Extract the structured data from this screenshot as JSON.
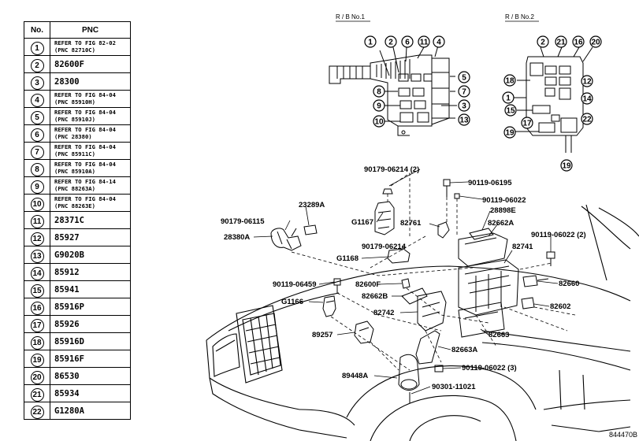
{
  "table": {
    "header_no": "No.",
    "header_pnc": "PNC",
    "rows": [
      {
        "no": "1",
        "l1": "REFER TO FIG 82-02",
        "l2": "(PNC 82710C)"
      },
      {
        "no": "2",
        "l1": "82600F"
      },
      {
        "no": "3",
        "l1": "28300"
      },
      {
        "no": "4",
        "l1": "REFER TO FIG 84-04",
        "l2": "(PNC 85910H)"
      },
      {
        "no": "5",
        "l1": "REFER TO FIG 84-04",
        "l2": "(PNC 85910J)"
      },
      {
        "no": "6",
        "l1": "REFER TO FIG 84-04",
        "l2": "(PNC 28380)"
      },
      {
        "no": "7",
        "l1": "REFER TO FIG 84-04",
        "l2": "(PNC 85911C)"
      },
      {
        "no": "8",
        "l1": "REFER TO FIG 84-04",
        "l2": "(PNC 85910A)"
      },
      {
        "no": "9",
        "l1": "REFER TO FIG 84-14",
        "l2": "(PNC 88263A)"
      },
      {
        "no": "10",
        "l1": "REFER TO FIG 84-04",
        "l2": "(PNC 88263E)"
      },
      {
        "no": "11",
        "l1": "28371C"
      },
      {
        "no": "12",
        "l1": "85927"
      },
      {
        "no": "13",
        "l1": "G9020B"
      },
      {
        "no": "14",
        "l1": "85912"
      },
      {
        "no": "15",
        "l1": "85941"
      },
      {
        "no": "16",
        "l1": "85916P"
      },
      {
        "no": "17",
        "l1": "85926"
      },
      {
        "no": "18",
        "l1": "85916D"
      },
      {
        "no": "19",
        "l1": "85916F"
      },
      {
        "no": "20",
        "l1": "86530"
      },
      {
        "no": "21",
        "l1": "85934"
      },
      {
        "no": "22",
        "l1": "G1280A"
      }
    ]
  },
  "rb1": {
    "title": "R / B No.1",
    "callouts": [
      "1",
      "2",
      "6",
      "11",
      "4",
      "5",
      "8",
      "7",
      "9",
      "3",
      "10",
      "13"
    ]
  },
  "rb2": {
    "title": "R / B No.2",
    "callouts": [
      "2",
      "21",
      "16",
      "20",
      "18",
      "12",
      "1",
      "14",
      "15",
      "17",
      "22",
      "19",
      "19"
    ]
  },
  "parts": {
    "p90179_06214_2": "90179-06214 (2)",
    "p90119_06195": "90119-06195",
    "p90119_06022": "90119-06022",
    "p23289A": "23289A",
    "p90179_06115": "90179-06115",
    "pG1167": "G1167",
    "p82761": "82761",
    "p28898E": "28898E",
    "p82662A": "82662A",
    "p28380A": "28380A",
    "p90179_06214": "90179-06214",
    "p90119_06022_2": "90119-06022 (2)",
    "pG1168": "G1168",
    "p82741": "82741",
    "p90119_06459": "90119-06459",
    "p82600F": "82600F",
    "p82660": "82660",
    "p82662B": "82662B",
    "pG1166": "G1166",
    "p82602": "82602",
    "p82742": "82742",
    "p89257": "89257",
    "p82663": "82663",
    "p82663A": "82663A",
    "p90119_06022_3": "90119-06022 (3)",
    "p89448A": "89448A",
    "p90301_11021": "90301-11021"
  },
  "figure_code": "844470B"
}
